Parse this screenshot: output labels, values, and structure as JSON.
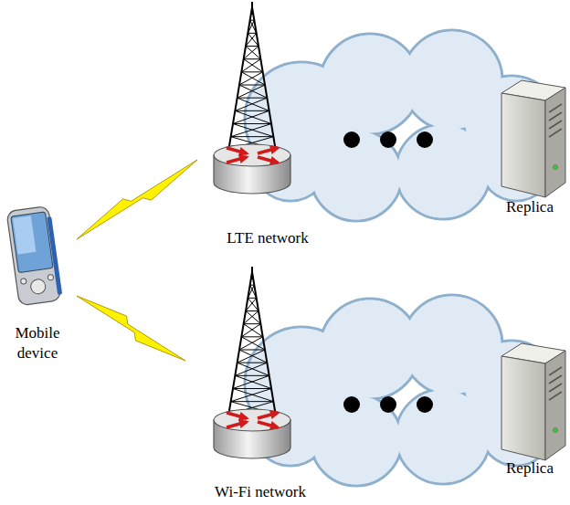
{
  "diagram": {
    "nodes": [
      {
        "text": [
          "Mobile device"
        ]
      },
      {
        "text": [
          "LTE network"
        ]
      },
      {
        "text": [
          "Replica"
        ]
      },
      {
        "text": [
          "Wi-Fi network"
        ]
      },
      {
        "text": [
          "Replica"
        ]
      }
    ],
    "edges": [
      {
        "from": 0,
        "to": 1,
        "arrow": "none"
      },
      {
        "from": 0,
        "to": 3,
        "arrow": "none"
      }
    ]
  }
}
